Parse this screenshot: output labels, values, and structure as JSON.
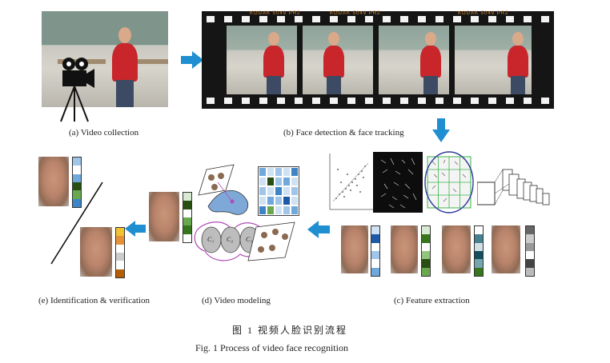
{
  "labels": {
    "a": "(a) Video collection",
    "b": "(b) Face detection & face tracking",
    "c": "(c) Feature extraction",
    "d": "(d) Video modeling",
    "e": "(e) Identification & verification"
  },
  "film_brand": "KODAK 5049 PRZ",
  "modeling_labels": [
    "C₁",
    "C₂",
    "C₃"
  ],
  "caption": {
    "cn": "图 1   视频人脸识别流程",
    "en": "Fig. 1   Process of video face recognition"
  },
  "colors": {
    "arrow": "#1f8fd1",
    "film": "#151515",
    "shirt": "#c8262a",
    "ellipse": "#2c3a9a",
    "grid_green": "#3bb54a",
    "manifold_purple": "#b04cb8"
  }
}
